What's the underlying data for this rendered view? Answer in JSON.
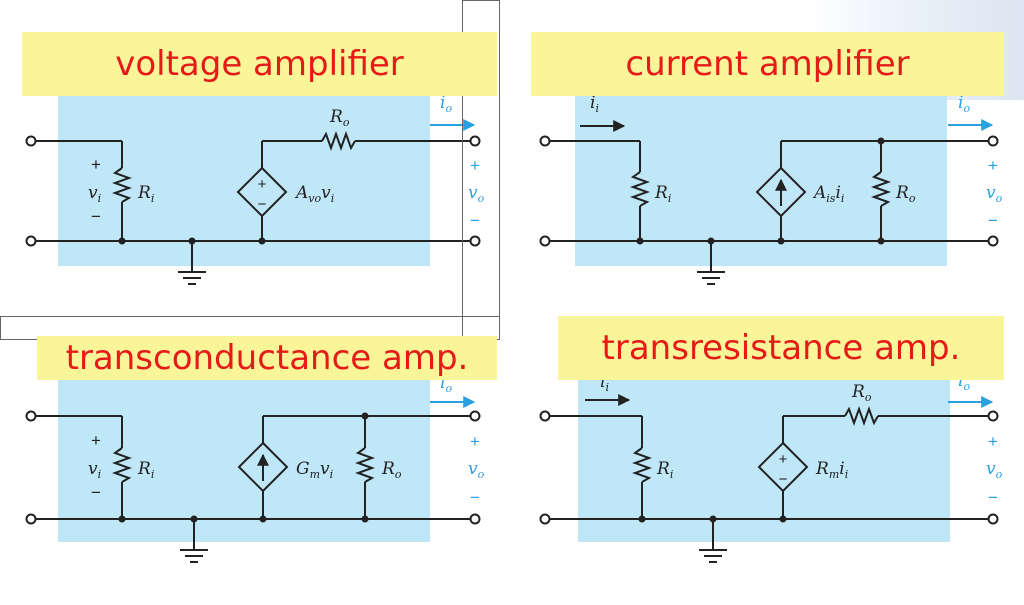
{
  "panels": {
    "voltage": {
      "title": "voltage amplifier",
      "in_plus": "+",
      "in_var": "v",
      "in_sub": "i",
      "in_minus": "−",
      "ri": "R",
      "ri_sub": "i",
      "src_label": "A",
      "src_sub": "vo",
      "src_var": "v",
      "src_var_sub": "i",
      "ro": "R",
      "ro_sub": "o",
      "out_i": "i",
      "out_i_sub": "o",
      "out_plus": "+",
      "out_var": "v",
      "out_sub": "o",
      "out_minus": "−"
    },
    "current": {
      "title": "current amplifier",
      "in_i": "i",
      "in_i_sub": "i",
      "ri": "R",
      "ri_sub": "i",
      "src_label": "A",
      "src_sub": "is",
      "src_var": "i",
      "src_var_sub": "i",
      "ro": "R",
      "ro_sub": "o",
      "out_i": "i",
      "out_i_sub": "o",
      "out_plus": "+",
      "out_var": "v",
      "out_sub": "o",
      "out_minus": "−"
    },
    "transconductance": {
      "title": "transconductance amp.",
      "in_plus": "+",
      "in_var": "v",
      "in_sub": "i",
      "in_minus": "−",
      "ri": "R",
      "ri_sub": "i",
      "src_label": "G",
      "src_sub": "m",
      "src_var": "v",
      "src_var_sub": "i",
      "ro": "R",
      "ro_sub": "o",
      "out_i": "i",
      "out_i_sub": "o",
      "out_plus": "+",
      "out_var": "v",
      "out_sub": "o",
      "out_minus": "−"
    },
    "transresistance": {
      "title": "transresistance amp.",
      "in_i": "i",
      "in_i_sub": "i",
      "ri": "R",
      "ri_sub": "i",
      "src_label": "R",
      "src_sub": "m",
      "src_var": "i",
      "src_var_sub": "i",
      "ro": "R",
      "ro_sub": "o",
      "out_i": "i",
      "out_i_sub": "o",
      "out_plus": "+",
      "out_var": "v",
      "out_sub": "o",
      "out_minus": "−"
    }
  },
  "colors": {
    "title_bg": "#fbf59a",
    "title_text": "#e41b17",
    "panel_bg": "#bfe7f8",
    "wire": "#222222",
    "output_blue": "#2aa0e0"
  }
}
